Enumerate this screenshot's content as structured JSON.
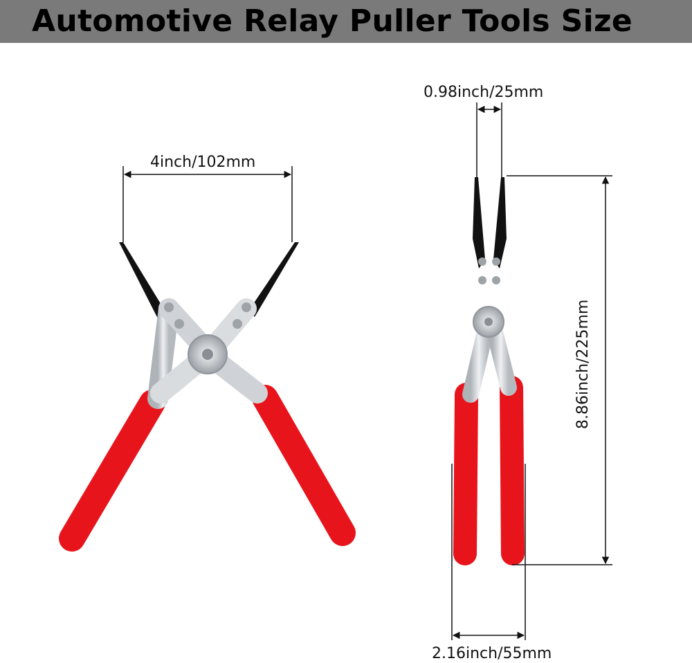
{
  "banner": {
    "title": "Automotive Relay Puller Tools Size",
    "background_color": "#7a7a7a"
  },
  "dimensions": {
    "open_jaw_width": "4inch/102mm",
    "tip_width": "0.98inch/25mm",
    "overall_length": "8.86inch/225mm",
    "handle_span": "2.16inch/55mm"
  },
  "colors": {
    "handle": "#e8141c",
    "metal": "#d6d9dd",
    "jaw": "#111111"
  },
  "icons": [
    "pliers-open-icon",
    "pliers-closed-icon"
  ]
}
